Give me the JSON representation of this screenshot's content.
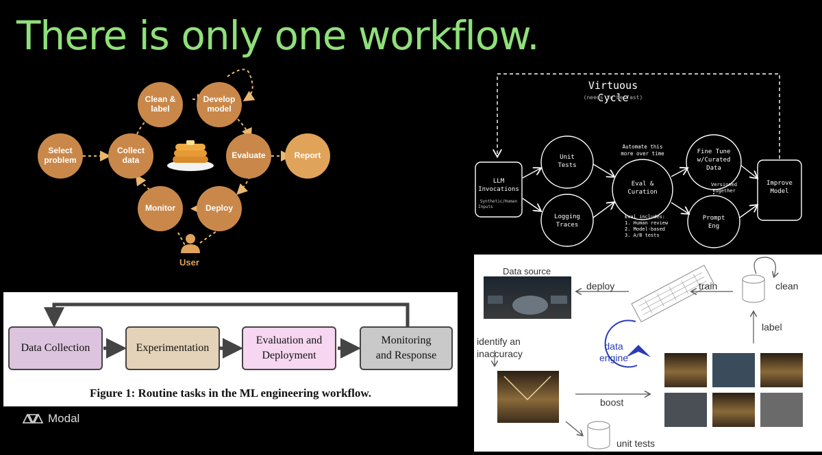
{
  "slide": {
    "title": "There is only one workflow.",
    "logo_text": "Modal",
    "logo_icon": "modal-logo-icon"
  },
  "cycle": {
    "nodes": {
      "select_problem": "Select problem",
      "collect_data": "Collect data",
      "clean_label": "Clean & label",
      "develop_model": "Develop model",
      "evaluate": "Evaluate",
      "report": "Report",
      "deploy": "Deploy",
      "monitor": "Monitor"
    },
    "user_label": "User",
    "center_icon": "pancakes-icon",
    "accent": "#c9884a"
  },
  "virtuous": {
    "title": "Virtuous Cycle",
    "subtitle": "(needs to be fast)",
    "llm_line1": "LLM",
    "llm_line2": "Invocations",
    "llm_sub1": "Synthetic/Human",
    "llm_sub2": "Inputs",
    "unit_line1": "Unit",
    "unit_line2": "Tests",
    "log_line1": "Logging",
    "log_line2": "Traces",
    "eval_line1": "Eval &",
    "eval_line2": "Curation",
    "automate_line1": "Automate this",
    "automate_line2": "more over time",
    "eval_inc_title": "Eval includes:",
    "eval_inc_1": "1. Human review",
    "eval_inc_2": "2. Model-based",
    "eval_inc_3": "3. A/B tests",
    "ft_line1": "Fine Tune",
    "ft_line2": "w/Curated",
    "ft_line3": "Data",
    "versioned_line1": "Versioned",
    "versioned_line2": "Together",
    "prompt_line1": "Prompt",
    "prompt_line2": "Eng",
    "improve_line1": "Improve",
    "improve_line2": "Model"
  },
  "workflow": {
    "boxes": [
      {
        "line1": "Data Collection",
        "line2": "",
        "color": "#dcc3de"
      },
      {
        "line1": "Experimentation",
        "line2": "",
        "color": "#e4d3b8"
      },
      {
        "line1": "Evaluation and",
        "line2": "Deployment",
        "color": "#f6d6f0"
      },
      {
        "line1": "Monitoring",
        "line2": "and Response",
        "color": "#c9c9c9"
      }
    ],
    "caption": "Figure 1: Routine tasks in the ML engineering workflow."
  },
  "engine": {
    "data_source": "Data source",
    "deploy": "deploy",
    "train": "train",
    "clean": "clean",
    "label": "label",
    "identify_line1": "identify an",
    "identify_line2": "inaccuracy",
    "engine_line1": "data",
    "engine_line2": "engine",
    "boost": "boost",
    "unit_tests": "unit tests",
    "engine_color": "#2a3bb5"
  }
}
